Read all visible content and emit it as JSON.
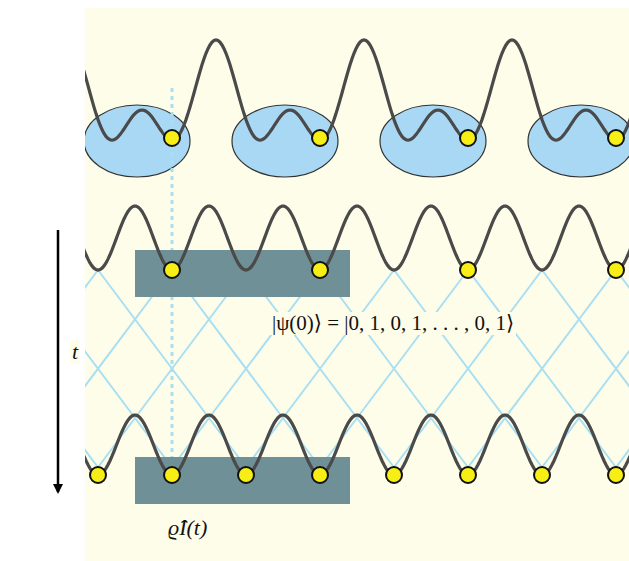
{
  "diagram": {
    "labels": [
      "t",
      "|ψ(0)⟩ = |0, 1, 0, 1, . . . , 0, 1⟩",
      "ϱ̂I(t)"
    ]
  }
}
